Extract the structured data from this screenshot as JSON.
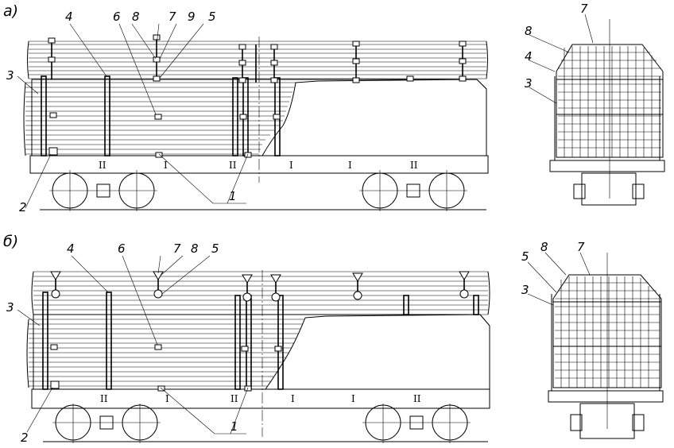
{
  "panels": [
    {
      "id": "a",
      "label": "а)",
      "side_callouts": [
        "4",
        "6",
        "8",
        "7",
        "9",
        "5",
        "3",
        "2",
        "1"
      ],
      "end_callouts": [
        "7",
        "8",
        "4",
        "3"
      ],
      "axle_marks": [
        "II",
        "I",
        "II",
        "I",
        "I",
        "II"
      ]
    },
    {
      "id": "b",
      "label": "б)",
      "side_callouts": [
        "4",
        "6",
        "7",
        "8",
        "5",
        "3",
        "2",
        "1"
      ],
      "end_callouts": [
        "5",
        "8",
        "7",
        "3"
      ],
      "axle_marks": [
        "II",
        "I",
        "II",
        "I",
        "I",
        "II"
      ]
    }
  ]
}
